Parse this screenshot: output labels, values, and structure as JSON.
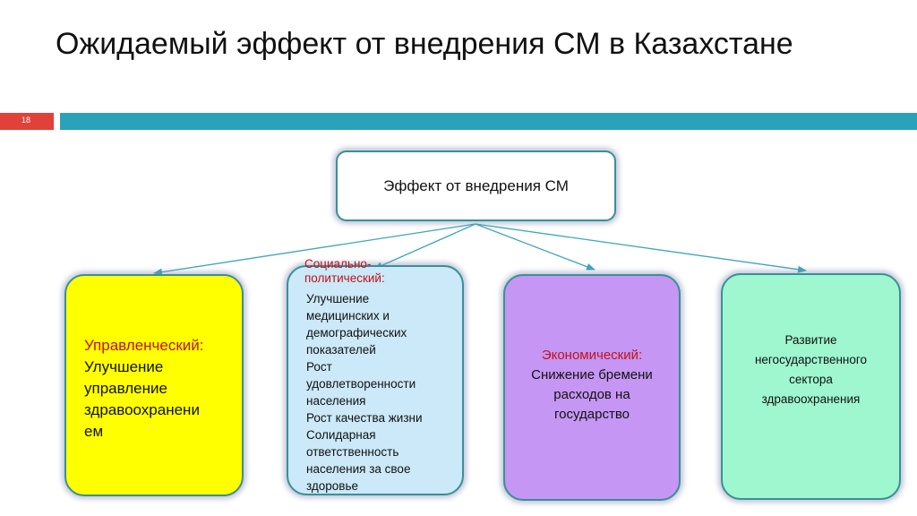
{
  "slide": {
    "title": "Ожидаемый эффект от внедрения СМ в Казахстане",
    "number": "18"
  },
  "colors": {
    "accent_red": "#e2403a",
    "accent_teal": "#2aa2b7",
    "box_yellow": "#ffff00",
    "box_blue": "#cbe9f8",
    "box_purple": "#c596f3",
    "box_green": "#9ef7cf",
    "label_red": "#c0121a"
  },
  "diagram": {
    "root": "Эффект от внедрения СМ",
    "management": {
      "label": "Управленческий:",
      "lines": [
        "Улучшение",
        "управление",
        "здравоохранени",
        "ем"
      ]
    },
    "social": {
      "label_lines": [
        "Социально-",
        "политический:"
      ],
      "lines": [
        "Улучшение",
        "медицинских и",
        "демографических",
        "показателей",
        "Рост",
        "удовлетворенности",
        "населения",
        "Рост качества жизни",
        "Солидарная",
        "ответственность",
        "населения за свое",
        "здоровье"
      ]
    },
    "economic": {
      "label": "Экономический:",
      "lines": [
        "Снижение бремени",
        "расходов на",
        "государство"
      ]
    },
    "private": {
      "lines": [
        "Развитие",
        "негосударственного",
        "сектора",
        "здравоохранения"
      ]
    }
  }
}
